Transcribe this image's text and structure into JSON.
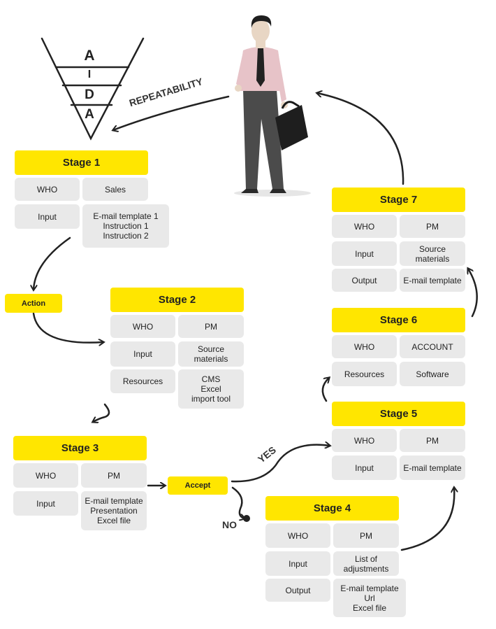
{
  "aida": [
    "A",
    "I",
    "D",
    "A"
  ],
  "repeatability": "REPEATABILITY",
  "stages": [
    {
      "title": "Stage 1",
      "rows": [
        [
          "WHO",
          "Sales"
        ],
        [
          "Input",
          "E-mail template 1\nInstruction 1\nInstruction 2"
        ]
      ]
    },
    {
      "title": "Stage 2",
      "rows": [
        [
          "WHO",
          "PM"
        ],
        [
          "Input",
          "Source\nmaterials"
        ],
        [
          "Resources",
          "CMS\nExcel\nimport tool"
        ]
      ]
    },
    {
      "title": "Stage 3",
      "rows": [
        [
          "WHO",
          "PM"
        ],
        [
          "Input",
          "E-mail template\nPresentation\nExcel file"
        ]
      ]
    },
    {
      "title": "Stage 4",
      "rows": [
        [
          "WHO",
          "PM"
        ],
        [
          "Input",
          "List of\nadjustments"
        ],
        [
          "Output",
          "E-mail template\nUrl\nExcel file"
        ]
      ]
    },
    {
      "title": "Stage 5",
      "rows": [
        [
          "WHO",
          "PM"
        ],
        [
          "Input",
          "E-mail template"
        ]
      ]
    },
    {
      "title": "Stage 6",
      "rows": [
        [
          "WHO",
          "ACCOUNT"
        ],
        [
          "Resources",
          "Software"
        ]
      ]
    },
    {
      "title": "Stage 7",
      "rows": [
        [
          "WHO",
          "PM"
        ],
        [
          "Input",
          "Source\nmaterials"
        ],
        [
          "Output",
          "E-mail template"
        ]
      ]
    }
  ],
  "action_label": "Action",
  "accept_label": "Accept",
  "yes_label": "YES",
  "no_label": "NO",
  "colors": {
    "accent": "#FFE600",
    "cell": "#e9e9e9",
    "ink": "#222222"
  }
}
